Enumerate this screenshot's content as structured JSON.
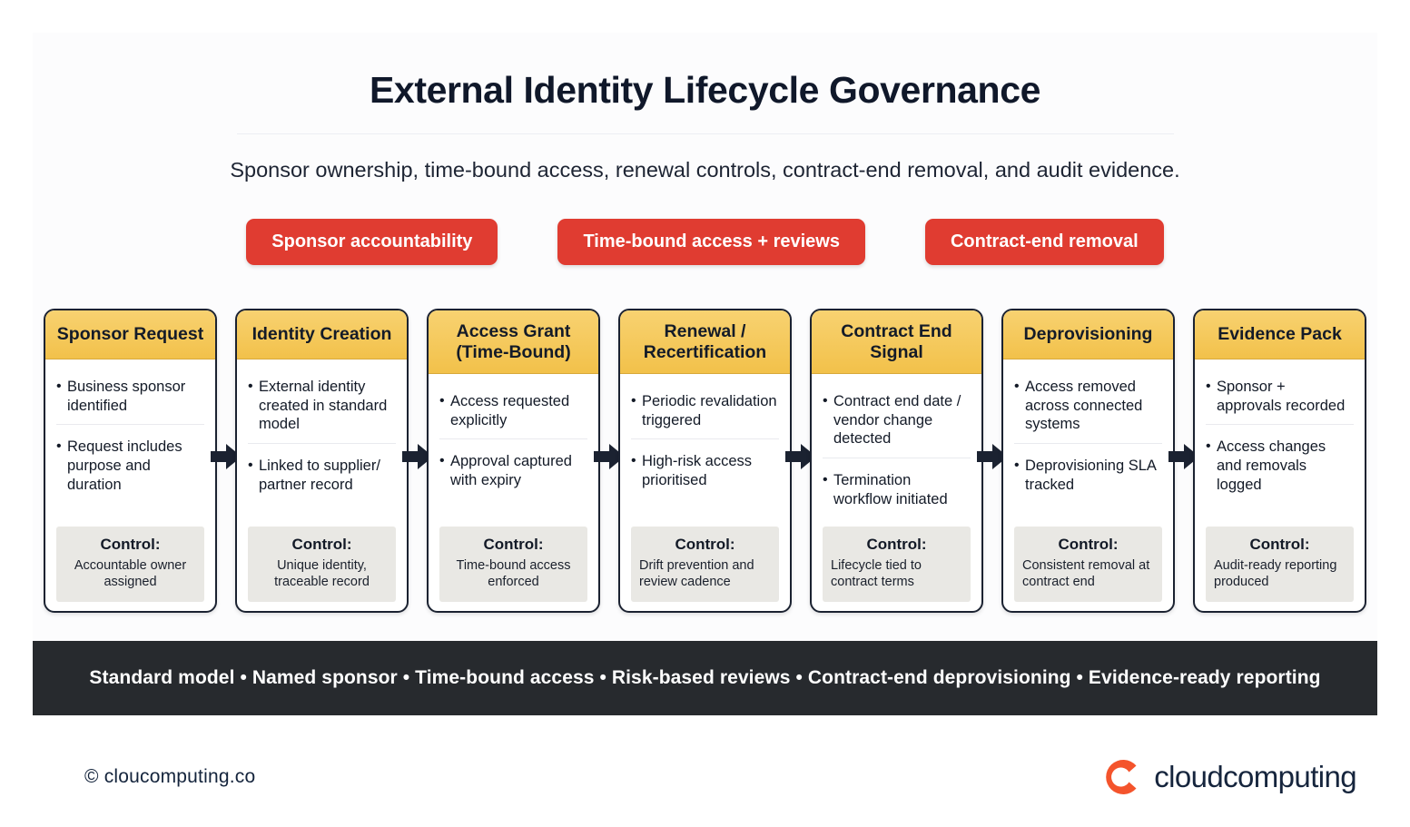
{
  "header": {
    "title": "External Identity Lifecycle Governance",
    "subtitle": "Sponsor ownership, time-bound access, renewal controls, contract-end removal, and audit evidence."
  },
  "pills": [
    {
      "label": "Sponsor accountability"
    },
    {
      "label": "Time-bound access + reviews"
    },
    {
      "label": "Contract-end removal"
    }
  ],
  "flow": {
    "control_label": "Control:",
    "stages": [
      {
        "title": "Sponsor Request",
        "bullets": [
          "Business sponsor identified",
          "Request includes purpose and duration"
        ],
        "control": "Accountable owner assigned",
        "control_align": "center"
      },
      {
        "title": "Identity Creation",
        "bullets": [
          "External identity created in standard model",
          "Linked to supplier/ partner record"
        ],
        "control": "Unique identity, traceable record",
        "control_align": "center"
      },
      {
        "title": "Access Grant (Time-Bound)",
        "bullets": [
          "Access requested explicitly",
          "Approval captured with expiry"
        ],
        "control": "Time-bound access enforced",
        "control_align": "center"
      },
      {
        "title": "Renewal / Recertification",
        "bullets": [
          "Periodic revalidation triggered",
          "High-risk access prioritised"
        ],
        "control": "Drift prevention and review cadence",
        "control_align": "left"
      },
      {
        "title": "Contract End Signal",
        "bullets": [
          "Contract end date / vendor change detected",
          "Termination workflow initiated"
        ],
        "control": "Lifecycle tied to contract terms",
        "control_align": "left"
      },
      {
        "title": "Deprovisioning",
        "bullets": [
          "Access removed across connected systems",
          "Deprovisioning SLA tracked"
        ],
        "control": "Consistent removal at contract end",
        "control_align": "left"
      },
      {
        "title": "Evidence Pack",
        "bullets": [
          "Sponsor + approvals recorded",
          "Access changes and removals logged"
        ],
        "control": "Audit-ready reporting produced",
        "control_align": "left"
      }
    ],
    "bullet_glyph": "•",
    "arrow_icon": "arrow-right-icon"
  },
  "keybar": {
    "text": "Standard model  •  Named sponsor  •  Time-bound access  •  Risk-based reviews  •  Contract-end deprovisioning  •  Evidence-ready reporting"
  },
  "footer": {
    "copyright": "© cloucomputing.co",
    "brand_name": "cloudcomputing",
    "logo_icon": "cloudcomputing-c-logo-icon"
  },
  "colors": {
    "pill_red": "#e03c31",
    "card_header_amber": "#f2c14a",
    "card_border_navy": "#1b2231",
    "control_gray": "#e9e8e4",
    "keybar_dark": "#272a2e",
    "brand_navy": "#16253d",
    "logo_orange": "#f4542c",
    "logo_peach": "#ffc6a0"
  }
}
